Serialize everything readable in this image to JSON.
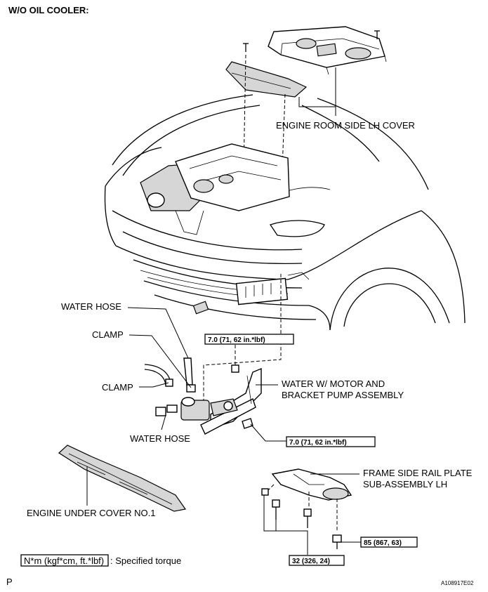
{
  "header": {
    "title": "W/O OIL COOLER:"
  },
  "labels": {
    "engine_room_side_lh_cover": "ENGINE ROOM SIDE LH COVER",
    "water_hose_top": "WATER HOSE",
    "clamp_top": "CLAMP",
    "clamp_mid": "CLAMP",
    "water_hose_bottom": "WATER HOSE",
    "water_pump_line1": "WATER W/ MOTOR AND",
    "water_pump_line2": "BRACKET PUMP ASSEMBLY",
    "frame_rail_line1": "FRAME SIDE RAIL PLATE",
    "frame_rail_line2": "SUB-ASSEMBLY LH",
    "engine_under_cover": "ENGINE UNDER COVER NO.1"
  },
  "torques": {
    "upper_bolt": "7.0 (71, 62 in.*lbf)",
    "lower_bolt": "7.0 (71, 62 in.*lbf)",
    "rail_bolt": "85 (867, 63)",
    "rail_clips": "32 (326, 24)"
  },
  "legend": {
    "units": "N*m (kgf*cm, ft.*lbf)",
    "desc": ": Specified torque"
  },
  "footer": {
    "left": "P",
    "right": "A108917E02"
  }
}
